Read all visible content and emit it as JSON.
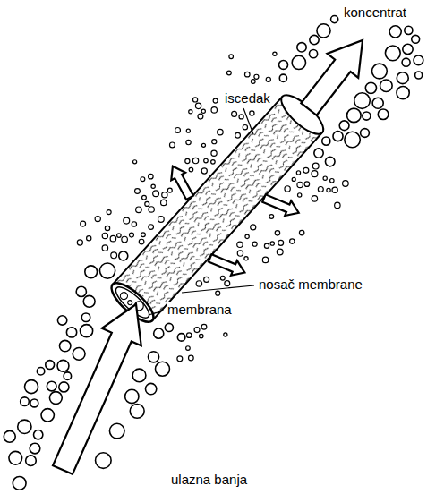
{
  "diagram": {
    "labels": [
      "koncentrat",
      "iscedak",
      "nosač membrane",
      "membrana",
      "ulazna banja"
    ]
  }
}
